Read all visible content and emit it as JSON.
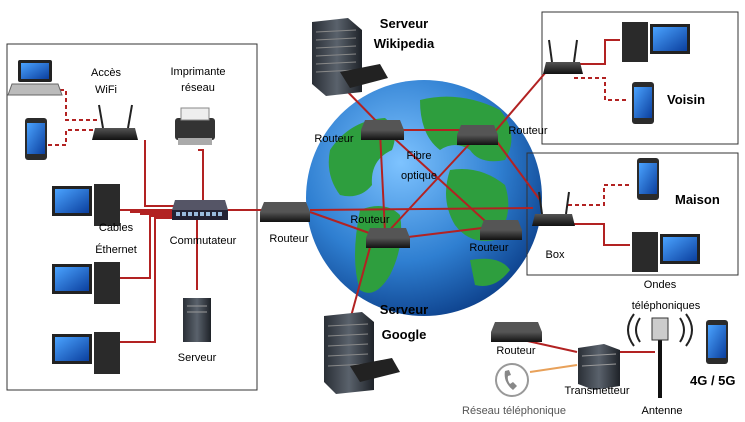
{
  "lan": {
    "wifi_label_1": "Accès",
    "wifi_label_2": "WiFi",
    "printer_label_1": "Imprimante",
    "printer_label_2": "réseau",
    "cables_label_1": "Cables",
    "cables_label_2": "Éthernet",
    "switch_label": "Commutateur",
    "server_label": "Serveur"
  },
  "internet": {
    "router_label": "Routeur",
    "fiber_label_1": "Fibre",
    "fiber_label_2": "optique",
    "wikipedia_label_1": "Serveur",
    "wikipedia_label_2": "Wikipedia",
    "google_label_1": "Serveur",
    "google_label_2": "Google"
  },
  "neighbor": {
    "label": "Voisin"
  },
  "home": {
    "label": "Maison",
    "box_label": "Box"
  },
  "mobile": {
    "waves_label_1": "Ondes",
    "waves_label_2": "téléphoniques",
    "transmitter_label": "Transmetteur",
    "antenna_label": "Antenne",
    "phone_network_label": "Réseau téléphonique",
    "generation_label": "4G / 5G"
  },
  "colors": {
    "link": "#b22222",
    "ocean": "#2f7fd1",
    "land": "#2e9e3e",
    "phone_line": "#e8a15a"
  }
}
